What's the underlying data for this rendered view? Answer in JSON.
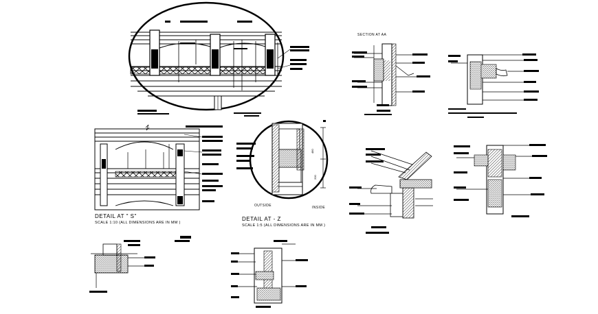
{
  "drawing": {
    "detail_s": {
      "title": "DETAIL AT \" S\"",
      "scale": "SCALE 1:10 (ALL DIMENSIONS ARE IN MM )"
    },
    "detail_z": {
      "title": "DETAIL  AT - Z",
      "scale": "SCALE 1:5 (ALL DIMENSIONS ARE IN MM )",
      "outside_label": "OUTSIDE",
      "inside_label": "INSIDE"
    },
    "section_aa": {
      "title": "SECTION AT AA"
    }
  }
}
